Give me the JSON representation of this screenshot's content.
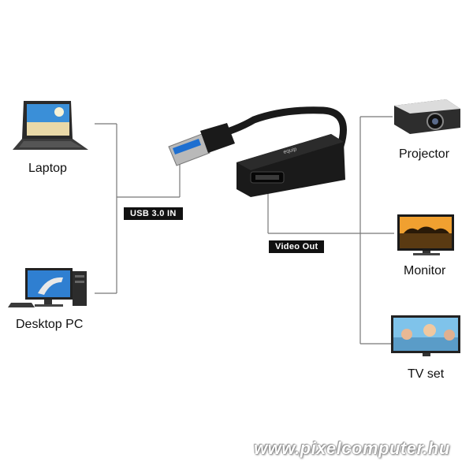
{
  "labels": {
    "laptop": "Laptop",
    "desktop": "Desktop PC",
    "projector": "Projector",
    "monitor": "Monitor",
    "tv": "TV set",
    "usb_tag": "USB 3.0 IN",
    "video_tag": "Video Out",
    "brand_logo": "equip",
    "watermark": "www.pixelcomputer.hu"
  },
  "colors": {
    "line": "#777777",
    "tag_bg": "#111111",
    "adapter": "#1a1a1a",
    "usb_blue": "#1e6fd0"
  }
}
